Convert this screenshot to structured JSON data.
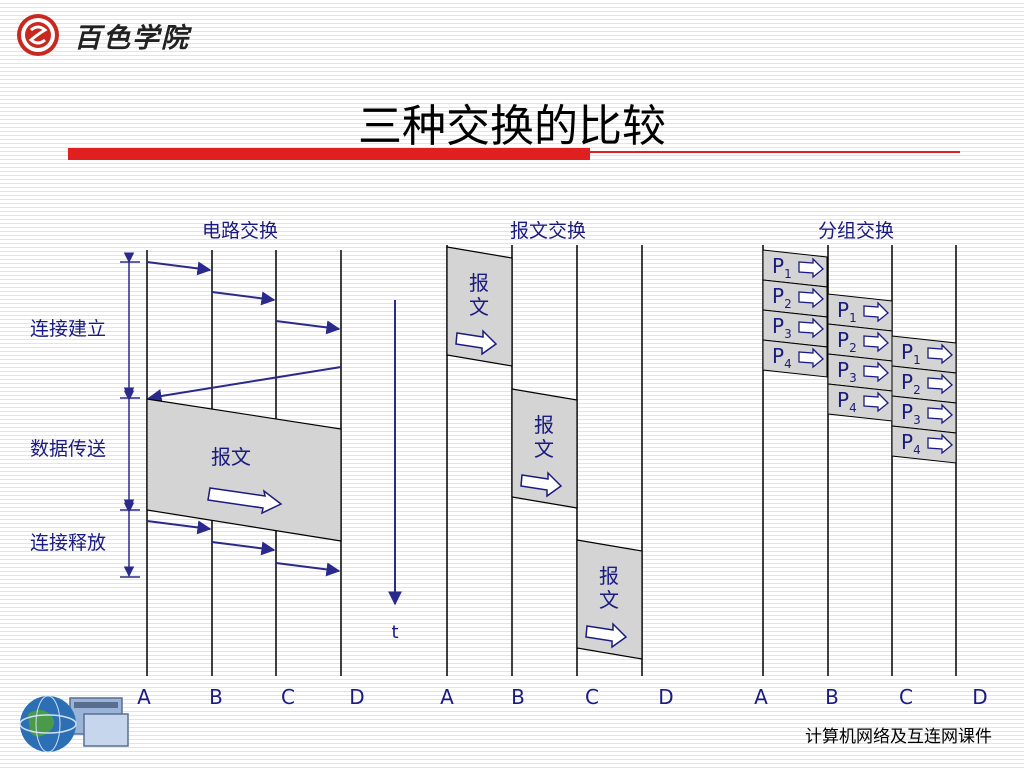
{
  "header": {
    "logo_text": "百色学院",
    "title": "三种交换的比较"
  },
  "diagram": {
    "sections": [
      "电路交换",
      "报文交换",
      "分组交换"
    ],
    "node_labels": [
      "A",
      "B",
      "C",
      "D"
    ],
    "phases": [
      "连接建立",
      "数据传送",
      "连接释放"
    ],
    "message_label": "报文",
    "message_char_1": "报",
    "message_char_2": "文",
    "time_label": "t",
    "packet_letter": "P",
    "packet_numbers": [
      "1",
      "2",
      "3",
      "4"
    ]
  },
  "footer": {
    "text": "计算机网络及互连网课件"
  },
  "colors": {
    "line_blue": "#2a2a8c",
    "text_blue": "#1a1a80",
    "box_fill": "#d4d4d4",
    "accent_red": "#e02020"
  }
}
